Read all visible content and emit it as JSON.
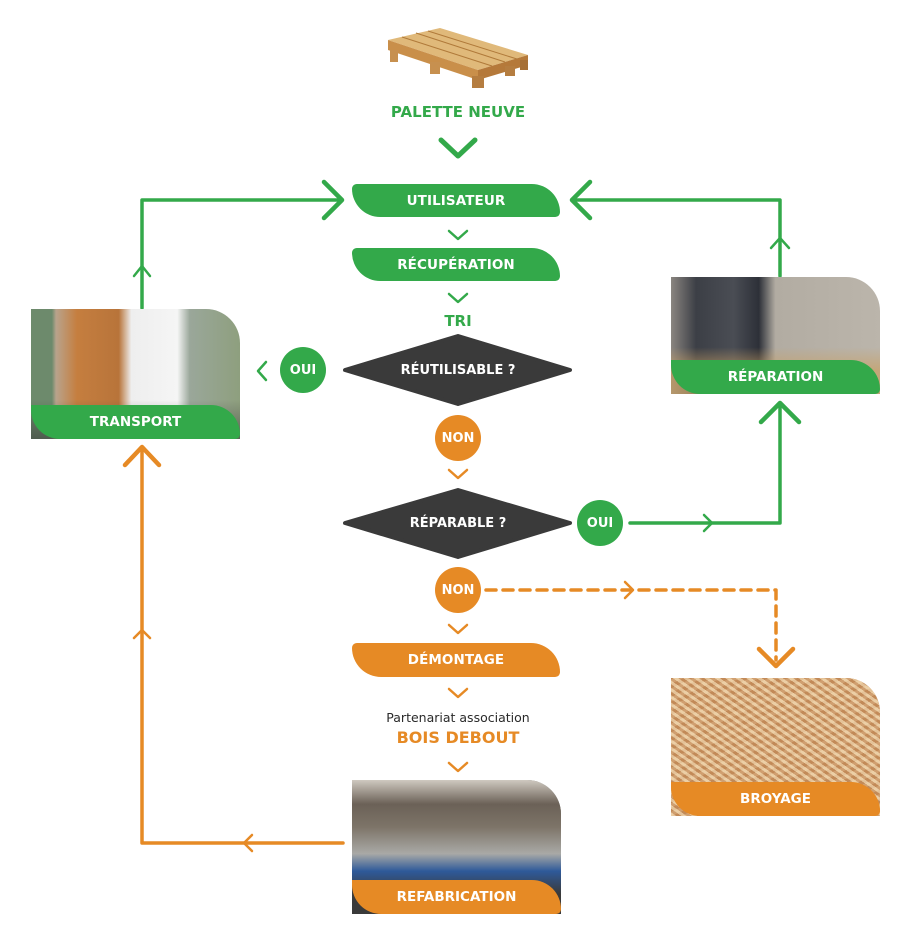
{
  "colors": {
    "green": "#33a94a",
    "orange": "#e68a25",
    "dark": "#3a3a3a",
    "text_dark": "#2a2a2a"
  },
  "top": {
    "image": "pallet-image",
    "title": "PALETTE NEUVE"
  },
  "steps": {
    "utilisateur": "UTILISATEUR",
    "recuperation": "RÉCUPÉRATION",
    "tri": "TRI",
    "reutilisable": "RÉUTILISABLE ?",
    "reparable": "RÉPARABLE ?",
    "demontage": "DÉMONTAGE",
    "partner_prefix": "Partenariat association",
    "partner_name": "BOIS DEBOUT"
  },
  "answers": {
    "oui_reutilisable": "OUI",
    "non_reutilisable": "NON",
    "oui_reparable": "OUI",
    "non_reparable": "NON"
  },
  "cards": {
    "transport": {
      "label": "TRANSPORT",
      "image": "truck-with-pallets-photo",
      "color": "green"
    },
    "reparation": {
      "label": "RÉPARATION",
      "image": "worker-repairing-pallet-photo",
      "color": "green"
    },
    "broyage": {
      "label": "BROYAGE",
      "image": "wood-shavings-photo",
      "color": "orange"
    },
    "refabrication": {
      "label": "REFABRICATION",
      "image": "workshop-interior-photo",
      "color": "orange"
    }
  }
}
